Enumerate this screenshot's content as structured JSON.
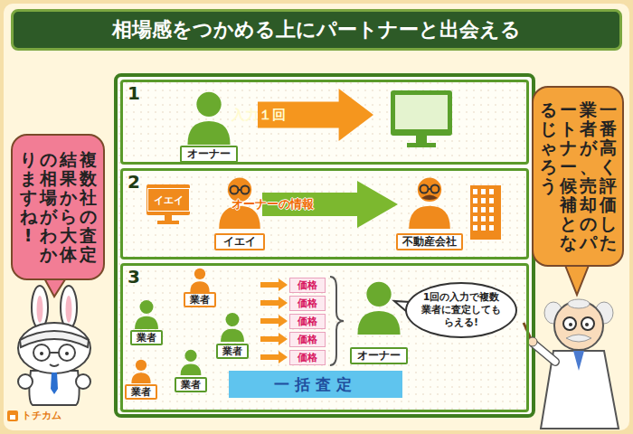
{
  "diagram": {
    "title": "相場感をつかめる上にパートナーと出会える",
    "nodes": [
      {
        "text": [
          "複数社の査定結果から大体の相場がわかりますね!"
        ]
      },
      {
        "text": [
          "1"
        ]
      },
      {
        "text": [
          "オーナー"
        ],
        "in": 1
      },
      {
        "text": [
          "入力１回"
        ],
        "in": 1
      },
      {
        "text": [
          "2"
        ]
      },
      {
        "text": [
          "イエイ"
        ],
        "in": 4
      },
      {
        "text": [
          "イエイ"
        ],
        "in": 4
      },
      {
        "text": [
          "オーナーの情報"
        ],
        "in": 4
      },
      {
        "text": [
          "不動産会社"
        ],
        "in": 4
      },
      {
        "text": [
          "3"
        ]
      },
      {
        "text": [
          "業者"
        ],
        "in": 9
      },
      {
        "text": [
          "業者"
        ],
        "in": 9
      },
      {
        "text": [
          "業者"
        ],
        "in": 9
      },
      {
        "text": [
          "業者"
        ],
        "in": 9
      },
      {
        "text": [
          "業者"
        ],
        "in": 9
      },
      {
        "text": [
          "価格"
        ],
        "in": 9
      },
      {
        "text": [
          "価格"
        ],
        "in": 9
      },
      {
        "text": [
          "価格"
        ],
        "in": 9
      },
      {
        "text": [
          "価格"
        ],
        "in": 9
      },
      {
        "text": [
          "価格"
        ],
        "in": 9
      },
      {
        "text": [
          "オーナー"
        ],
        "in": 9
      },
      {
        "text": [
          "1回の入力で複数業者に査定してもらえる!"
        ],
        "in": 9
      },
      {
        "text": [
          "一括査定"
        ],
        "in": 9
      },
      {
        "text": [
          "一番高く評価した業者が、売却のパートナー候補となるじゃろう"
        ]
      }
    ],
    "labels": [
      "トチカム"
    ]
  }
}
